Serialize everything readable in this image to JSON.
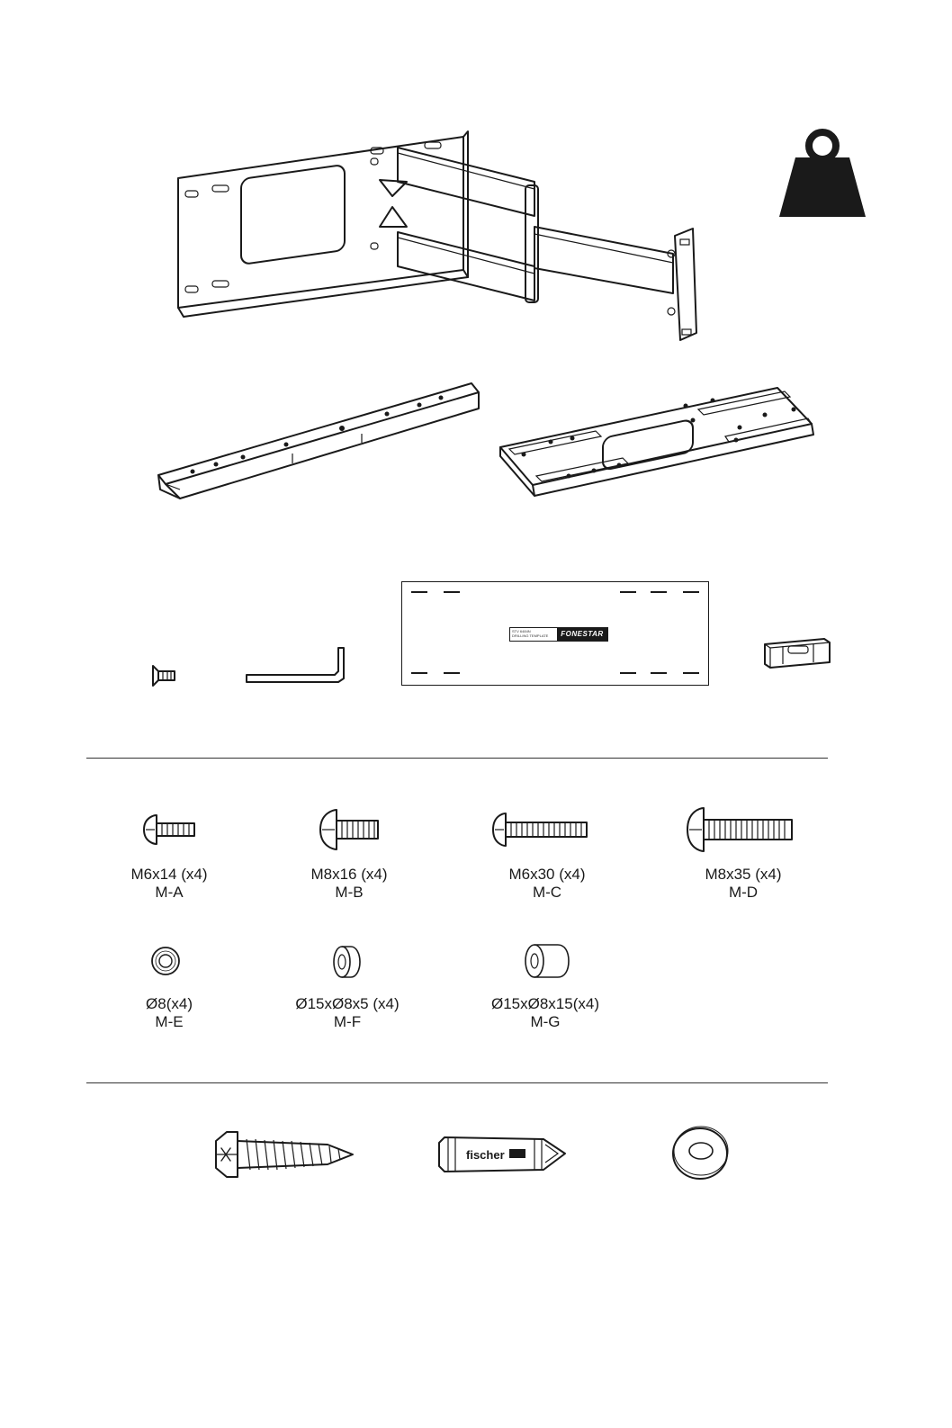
{
  "template": {
    "code_line1": "STV 6484N",
    "code_line2": "DRILLING TEMPLATE",
    "brand": "FONESTAR"
  },
  "anchor_brand": "fischer",
  "screws": [
    {
      "size": "M6x14",
      "qty": "(x4)",
      "code": "M-A"
    },
    {
      "size": "M8x16",
      "qty": "(x4)",
      "code": "M-B"
    },
    {
      "size": "M6x30",
      "qty": "(x4)",
      "code": "M-C"
    },
    {
      "size": "M8x35",
      "qty": "(x4)",
      "code": "M-D"
    }
  ],
  "spacers": [
    {
      "size": "Ø8",
      "qty": "(x4)",
      "code": "M-E"
    },
    {
      "size": "Ø15xØ8x5",
      "qty": "(x4)",
      "code": "M-F"
    },
    {
      "size": "Ø15xØ8x15",
      "qty": "(x4)",
      "code": "M-G"
    }
  ],
  "icons": {
    "weight": "weight-icon",
    "arm": "wall-mount-arm-icon",
    "rail": "vesa-rail-icon",
    "plate": "adapter-plate-icon",
    "screw_small": "flat-head-screw-icon",
    "allen_key": "allen-key-icon",
    "level": "bubble-level-icon",
    "lag_bolt": "lag-bolt-icon",
    "wall_plug": "wall-plug-icon",
    "washer": "washer-icon"
  },
  "colors": {
    "ink": "#1a1a1a",
    "paper": "#ffffff"
  }
}
